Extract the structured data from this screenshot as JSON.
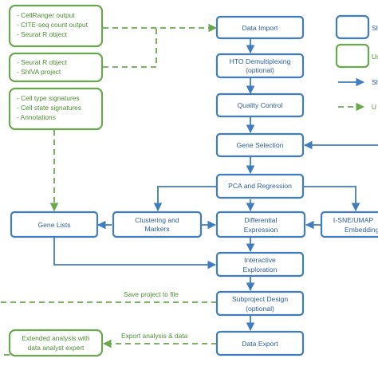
{
  "inputs": {
    "input1": [
      "- CellRanger output",
      "- CITE-seq count output",
      "- Seurat R object"
    ],
    "input2": [
      "- Seurat R object",
      "- ShIVA project"
    ],
    "input3": [
      "- Cell type signatures",
      "- Cell state signatures",
      "- Annotations"
    ],
    "extended": [
      "Extended analysis with",
      "data analyst expert"
    ]
  },
  "steps": {
    "data_import": "Data Import",
    "hto": [
      "HTO Demultiplexing",
      "(optional)"
    ],
    "qc": "Quality Control",
    "gene_selection": "Gene Selection",
    "pca": "PCA and Regression",
    "gene_lists": "Gene Lists",
    "clustering": [
      "Clustering and",
      "Markers"
    ],
    "differential": [
      "Differential",
      "Expression"
    ],
    "tsne": [
      "t-SNE/UMAP",
      "Embedding"
    ],
    "interactive": [
      "Interactive",
      "Exploration"
    ],
    "subproject": [
      "Subproject Design",
      "(optional)"
    ],
    "data_export": "Data Export"
  },
  "edge_labels": {
    "save": "Save project to file",
    "export": "Export analysis & data"
  },
  "legend": {
    "shiva_box": "Sh",
    "user_box": "Us",
    "shiva_arrow": "Sh",
    "user_arrow": "U"
  },
  "colors": {
    "shiva": "#3f7dbf",
    "user": "#6aa84f"
  }
}
